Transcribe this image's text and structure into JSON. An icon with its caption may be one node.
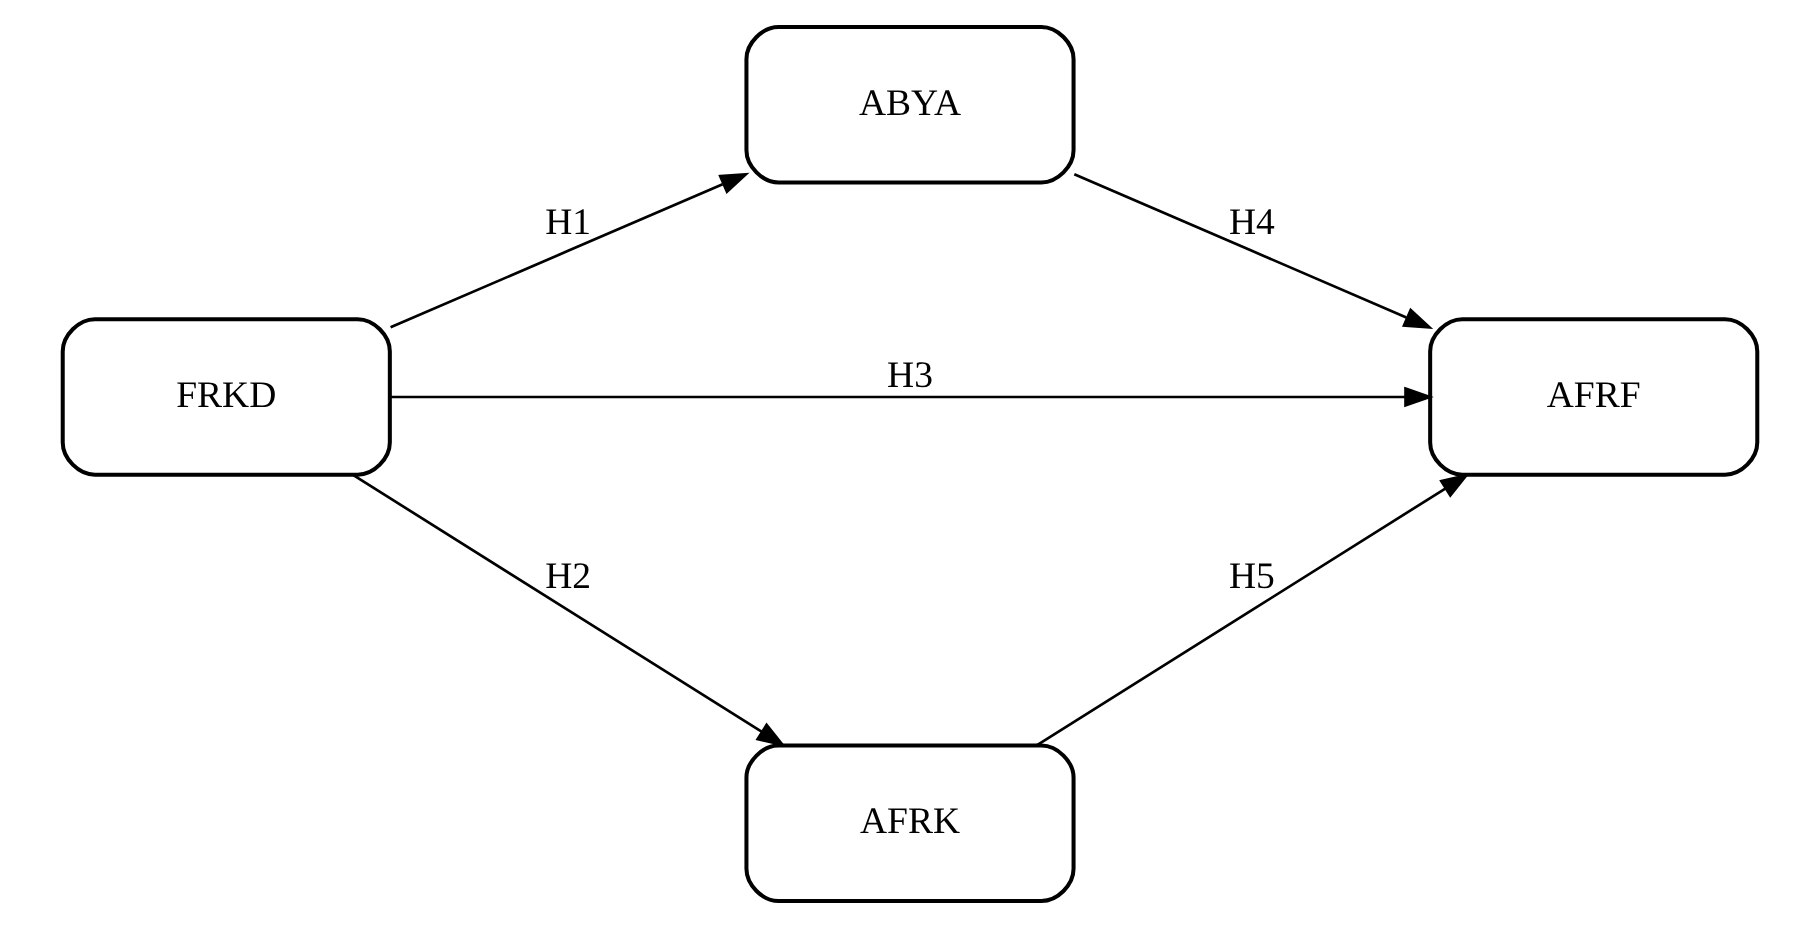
{
  "diagram": {
    "nodes": [
      {
        "text": [
          "ABYA"
        ]
      },
      {
        "text": [
          "FRKD"
        ]
      },
      {
        "text": [
          "AFRF"
        ]
      },
      {
        "text": [
          "AFRK"
        ]
      }
    ],
    "edges": [
      {
        "from": 1,
        "to": 0,
        "arrow": "to",
        "label": "H1"
      },
      {
        "from": 1,
        "to": 3,
        "arrow": "to",
        "label": "H2"
      },
      {
        "from": 1,
        "to": 2,
        "arrow": "to",
        "label": "H3"
      },
      {
        "from": 0,
        "to": 2,
        "arrow": "to",
        "label": "H4"
      },
      {
        "from": 3,
        "to": 2,
        "arrow": "to",
        "label": "H5"
      }
    ]
  }
}
